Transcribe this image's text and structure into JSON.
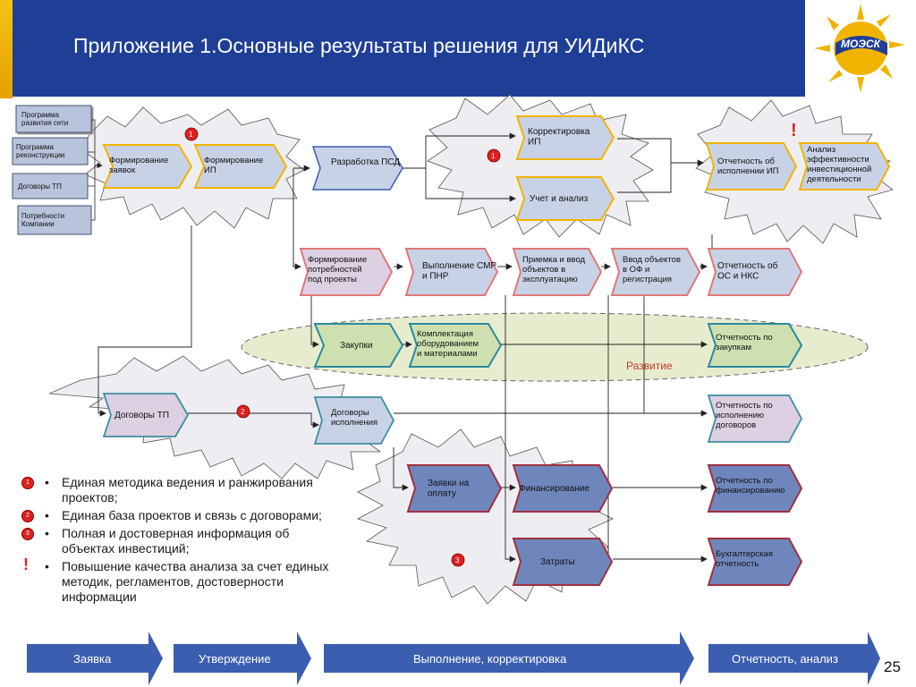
{
  "slide": {
    "title": "Приложение 1.Основные результаты решения для УИДиКС",
    "logo_text": "МОЭСК",
    "page_number": "25"
  },
  "inputs": [
    "Программа развития сети",
    "Программа реконструкции",
    "Договоры ТП",
    "Потребности Компании"
  ],
  "process": {
    "formirovanie_zayavok": "Формирование заявок",
    "formirovanie_ip": "Формирование ИП",
    "razrabotka_psd": "Разработка ПСД",
    "korrektirovka_ip": "Корректировка ИП",
    "uchet_analiz": "Учет и анализ",
    "otchetnost_ip": "Отчетность об исполнении ИП",
    "analiz_effektivnosti": "Анализ эффективности инвестиционной деятельности",
    "form_potrebnostey": "Формирование потребностей под проекты",
    "vypolnenie_smr": "Выполнение СМР и ПНР",
    "priemka": "Приемка и ввод объектов в эксплуатацию",
    "vvod_of": "Ввод объектов в ОФ и регистрация",
    "otchetnost_os": "Отчетность об ОС и НКС",
    "zakupki": "Закупки",
    "komplektaciya": "Комплектация оборудованием и материалами",
    "otchetnost_zakupki": "Отчетность по закупкам",
    "razvitie": "Развитие",
    "dogovory_tp": "Договоры ТП",
    "dogovory_ispolneniya": "Договоры исполнения",
    "otchetnost_dogovory": "Отчетность по исполнению договоров",
    "zayavki_oplata": "Заявки на оплату",
    "finansirovanie": "Финансирование",
    "otchetnost_fin": "Отчетность по финансированию",
    "zatraty": "Затраты",
    "buh_otchetnost": "Бухгалтерская отчетность"
  },
  "markers": {
    "one": "1",
    "two": "2",
    "three": "3",
    "exclamation": "!"
  },
  "benefits": [
    {
      "marker": "1",
      "text": "Единая методика ведения и ранжирования проектов;"
    },
    {
      "marker": "2",
      "text": "Единая база проектов и связь с договорами;"
    },
    {
      "marker": "3",
      "text": "Полная и достоверная информация об объектах инвестиций;"
    },
    {
      "marker": "!",
      "text": "Повышение качества анализа за счет единых методик, регламентов, достоверности информации"
    }
  ],
  "stages": [
    "Заявка",
    "Утверждение",
    "Выполнение, корректировка",
    "Отчетность, анализ"
  ],
  "colors": {
    "header_blue": "#1f3f97",
    "gold": "#f0b400",
    "lavender_fill": "#c8d2e6",
    "pink_fill": "#d9d4e6",
    "green_fill": "#cfe0b0",
    "dark_blue_fill": "#6f86bd",
    "stage_blue": "#3b5eb0",
    "marker_red": "#e02020"
  }
}
